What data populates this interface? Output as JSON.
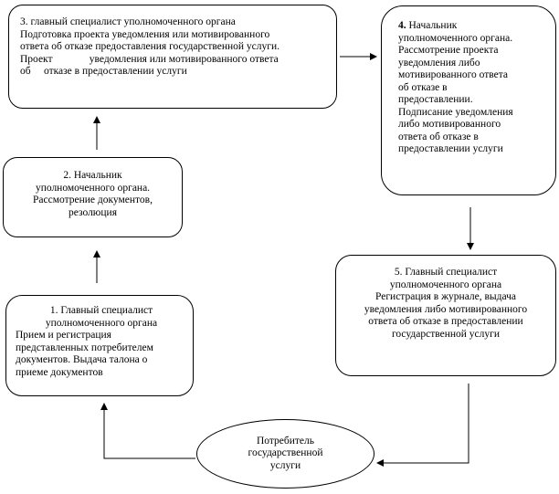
{
  "nodes": {
    "n3": {
      "lines": [
        "3. главный специалист уполномоченного органа",
        "Подготовка проекта уведомления или мотивированного",
        "ответа об отказе предоставления государственной услуги.",
        "Проект              уведомления или мотивированного ответа",
        "об     отказе в предоставлении услуги"
      ]
    },
    "n4": {
      "number": "4.",
      "lines": [
        " Начальник",
        "уполномоченного органа.",
        "Рассмотрение проекта",
        "уведомления либо",
        "мотивированного ответа",
        "об отказе в",
        "предоставлении.",
        "Подписание уведомления",
        "либо мотивированного",
        "ответа об отказе в",
        "предоставлении услуги"
      ]
    },
    "n2": {
      "lines": [
        "2. Начальник",
        "уполномоченного органа.",
        "Рассмотрение документов,",
        "резолюция"
      ]
    },
    "n5": {
      "lines": [
        "5. Главный специалист",
        "уполномоченного органа",
        "Регистрация в журнале, выдача",
        "уведомления либо мотивированного",
        "ответа об отказе в предоставлении",
        "государственной услуги"
      ]
    },
    "n1": {
      "lines": [
        "1. Главный специалист",
        "уполномоченного органа",
        "Прием и регистрация",
        "представленных потребителем",
        "документов. Выдача талона о",
        "приеме документов"
      ]
    },
    "n6": {
      "lines": [
        "Потребитель",
        "государственной",
        "услуги"
      ]
    }
  }
}
